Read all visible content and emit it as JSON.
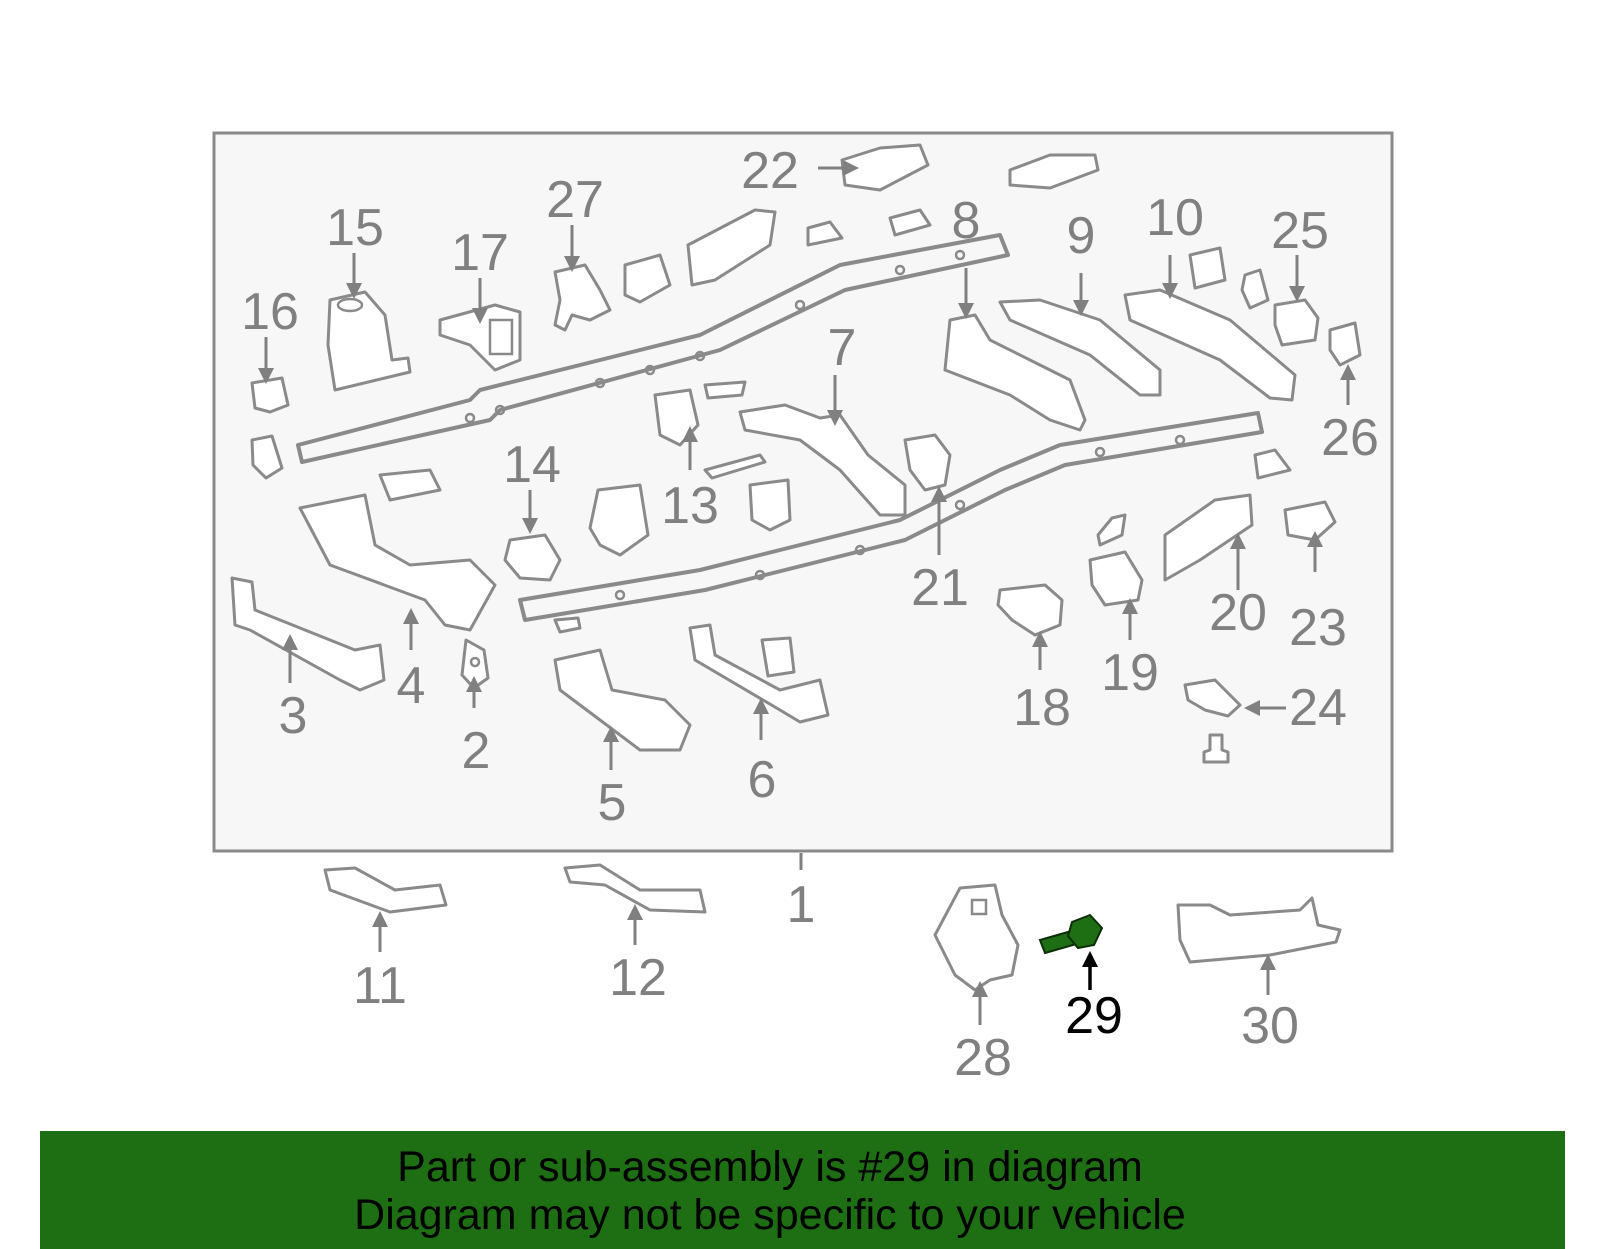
{
  "diagram": {
    "highlighted_part": "29",
    "callouts": [
      "1",
      "2",
      "3",
      "4",
      "5",
      "6",
      "7",
      "8",
      "9",
      "10",
      "11",
      "12",
      "13",
      "14",
      "15",
      "16",
      "17",
      "18",
      "19",
      "20",
      "21",
      "22",
      "23",
      "24",
      "25",
      "26",
      "27",
      "28",
      "29",
      "30"
    ]
  },
  "banner": {
    "line1": "Part or sub-assembly is #29 in diagram",
    "line2": "Diagram may not be specific to your vehicle",
    "color": "#1e6e13"
  },
  "colors": {
    "highlight": "#1e6e13",
    "line": "#8a8a8a",
    "panel": "#f7f7f7"
  }
}
